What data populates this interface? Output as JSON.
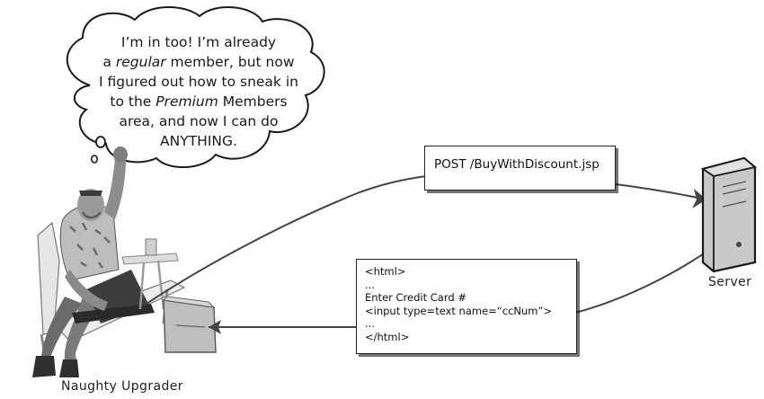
{
  "thought_bubble": {
    "lines": [
      {
        "pre": "I’m in too! I’m already",
        "em": "",
        "post": ""
      },
      {
        "pre": "a ",
        "em": "regular",
        "post": " member, but now"
      },
      {
        "pre": "I figured out how to sneak in",
        "em": "",
        "post": ""
      },
      {
        "pre": "to the ",
        "em": "Premium",
        "post": " Members"
      },
      {
        "pre": "area, and now I can do",
        "em": "",
        "post": ""
      },
      {
        "pre": "ANYTHING.",
        "em": "",
        "post": ""
      }
    ]
  },
  "request": {
    "text": "POST  /BuyWithDiscount.jsp"
  },
  "response": {
    "lines": [
      "<html>",
      "...",
      " Enter Credit Card #",
      "<input type=text name=“ccNum”>",
      "...",
      "</html>"
    ]
  },
  "labels": {
    "user": "Naughty Upgrader",
    "server": "Server"
  },
  "colors": {
    "ink": "#1a1a1a",
    "arrow": "#444444",
    "server_body": "#c9c9c9"
  }
}
